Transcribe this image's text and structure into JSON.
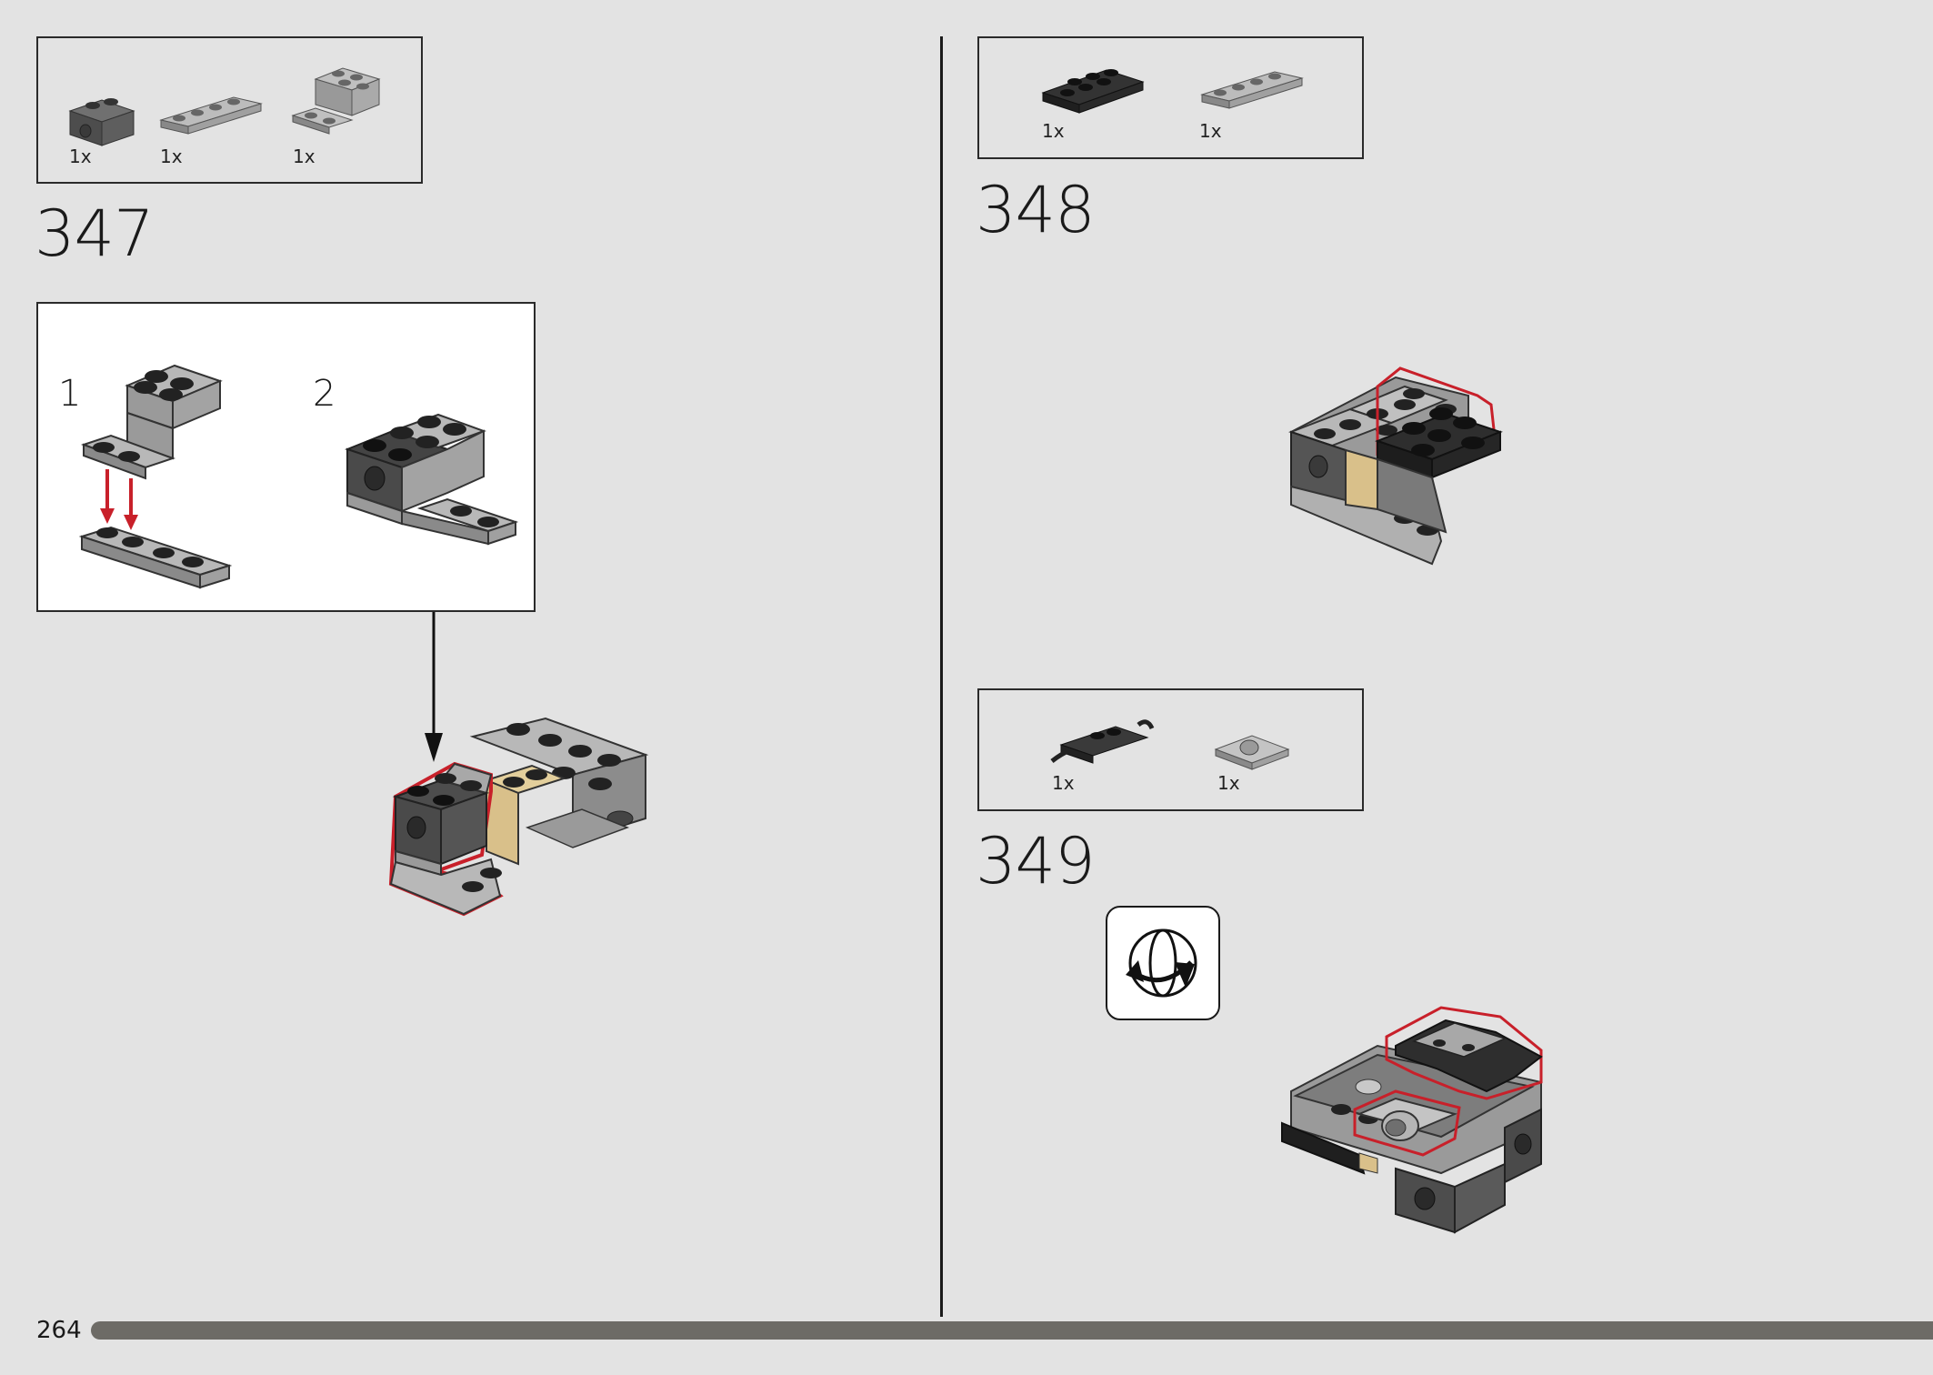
{
  "page": {
    "number": "264"
  },
  "steps": [
    {
      "number": "347",
      "parts": [
        {
          "qty": "1x",
          "icon": "technic-brick-1x2-dark-icon"
        },
        {
          "qty": "1x",
          "icon": "plate-1x4-light-icon"
        },
        {
          "qty": "1x",
          "icon": "bracket-1x2-2x2-light-icon"
        }
      ],
      "subassembly": {
        "step1": "1",
        "step2": "2"
      }
    },
    {
      "number": "348",
      "parts": [
        {
          "qty": "1x",
          "icon": "plate-2x3-black-icon"
        },
        {
          "qty": "1x",
          "icon": "plate-1x4-light-icon"
        }
      ]
    },
    {
      "number": "349",
      "parts": [
        {
          "qty": "1x",
          "icon": "clip-plate-black-icon"
        },
        {
          "qty": "1x",
          "icon": "pin-hole-plate-light-icon"
        }
      ],
      "indicator": "rotate-model-icon"
    }
  ],
  "colors": {
    "background": "#e3e3e3",
    "highlight": "#c8202a",
    "dark_gray": "#5b5b5b",
    "light_gray": "#9d9d9d",
    "black_brick": "#2a2a2a",
    "tan": "#d9c08a",
    "progress": "#6d6b66"
  }
}
